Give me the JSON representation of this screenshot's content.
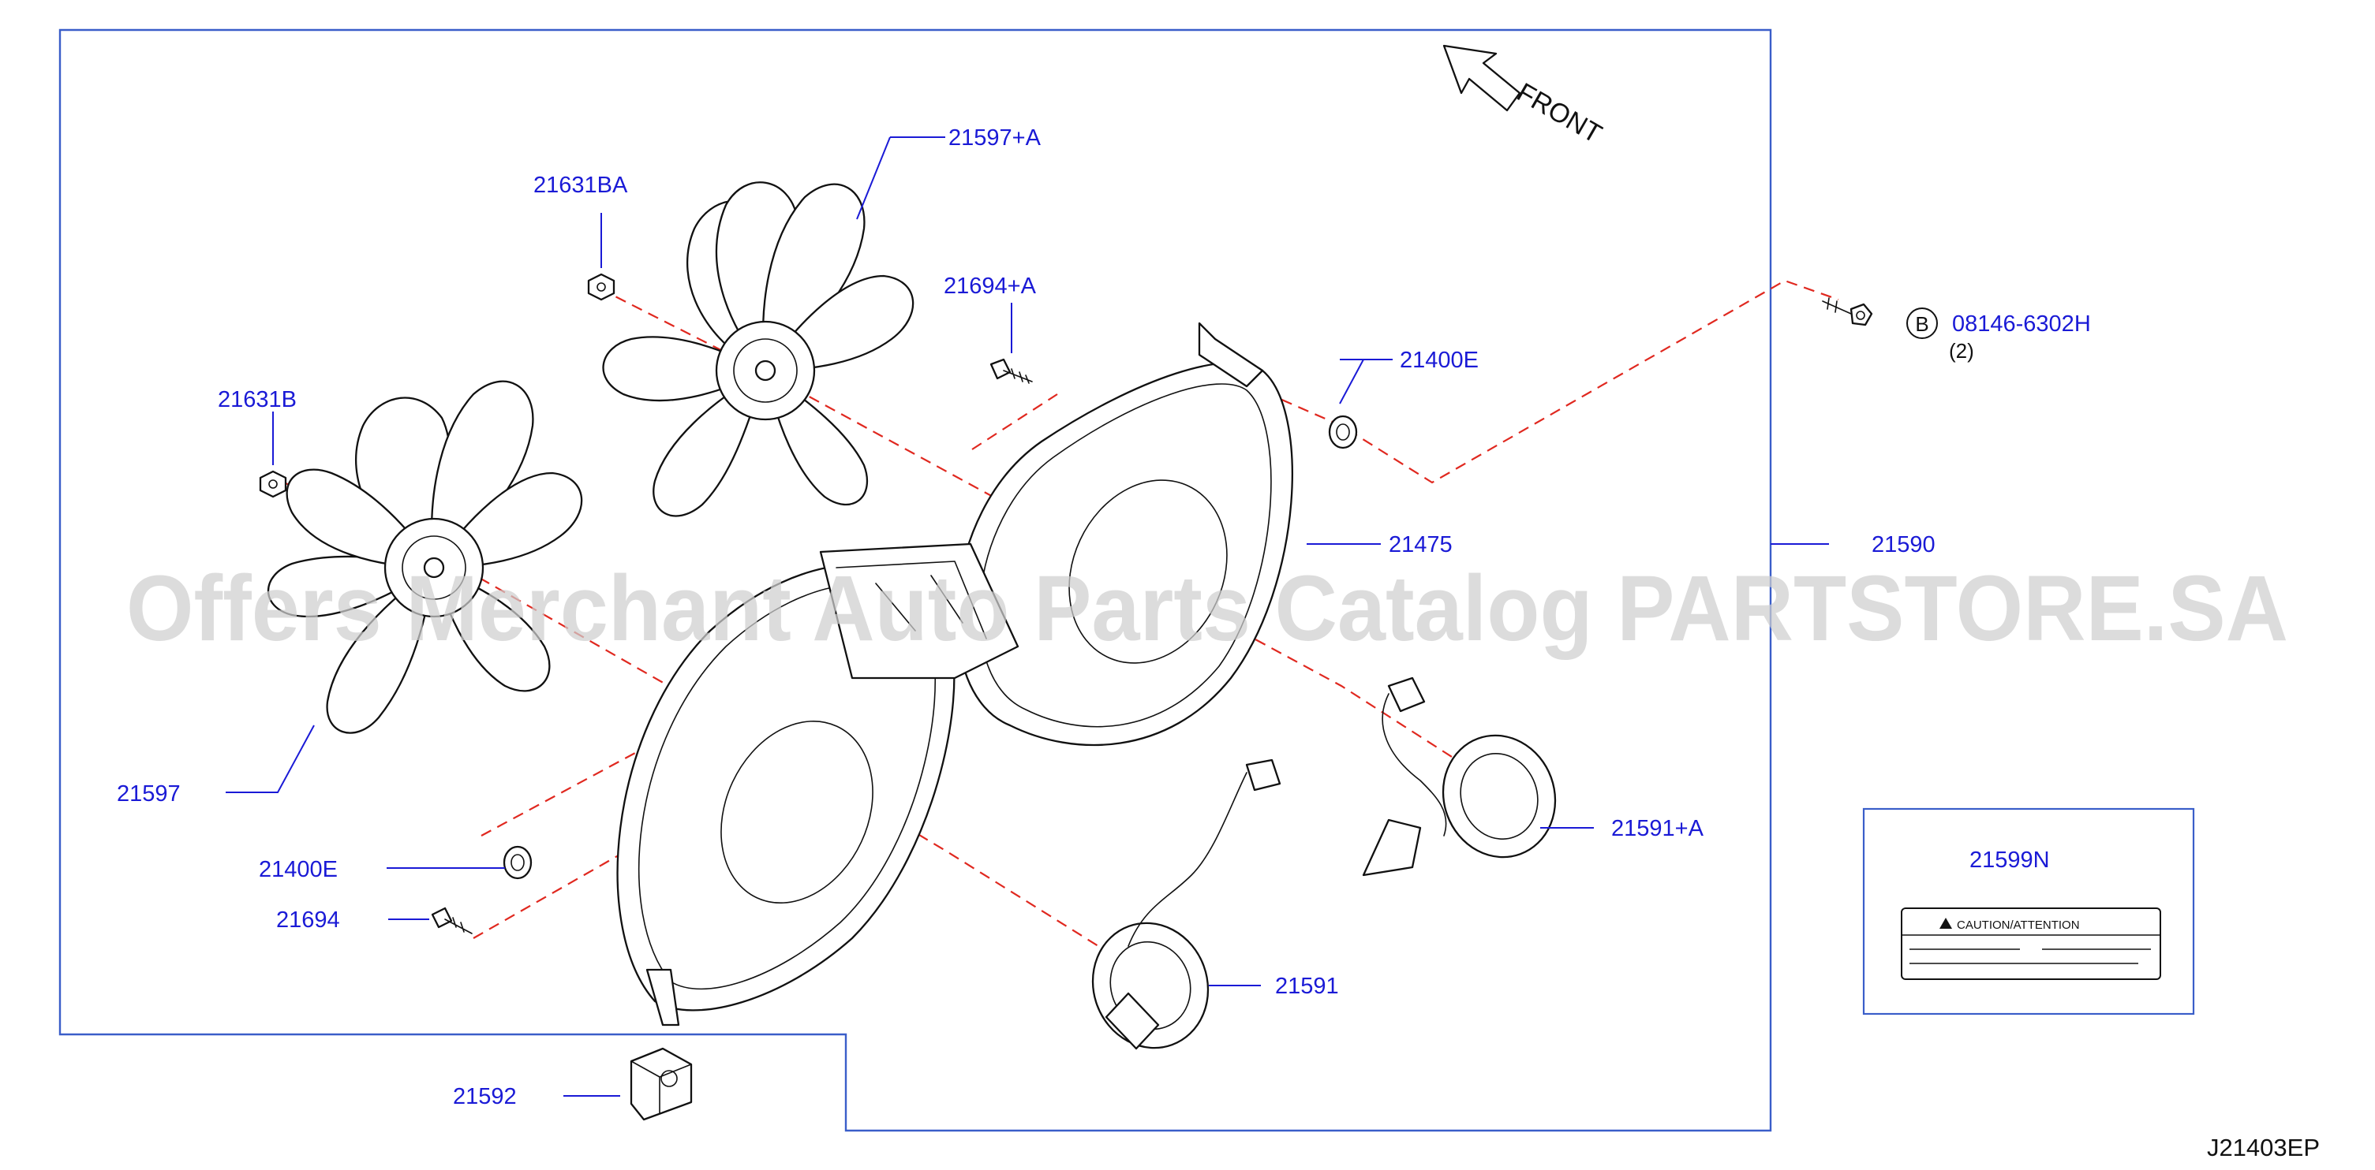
{
  "watermark": "Offers Merchant Auto Parts Catalog PARTSTORE.SA",
  "front_label": "FRONT",
  "diagram_code": "J21403EP",
  "callouts": {
    "p21597A": "21597+A",
    "p21631BA": "21631BA",
    "p21694A": "21694+A",
    "p21400E_top": "21400E",
    "p21631B": "21631B",
    "p21475": "21475",
    "p21590": "21590",
    "p21597": "21597",
    "p21591A": "21591+A",
    "p21400E_bottom": "21400E",
    "p21694": "21694",
    "p21591": "21591",
    "p21592": "21592",
    "p21599N": "21599N",
    "bolt_code": "08146-6302H",
    "bolt_qty": "(2)",
    "bolt_ref": "B"
  },
  "label_card": {
    "caution_text": "CAUTION/ATTENTION"
  },
  "colors": {
    "callout_text": "#1a1ad6",
    "frame_lines": "#3a5ec9",
    "dashed_guides": "#e0281f",
    "watermark": "#cfcfcf"
  }
}
